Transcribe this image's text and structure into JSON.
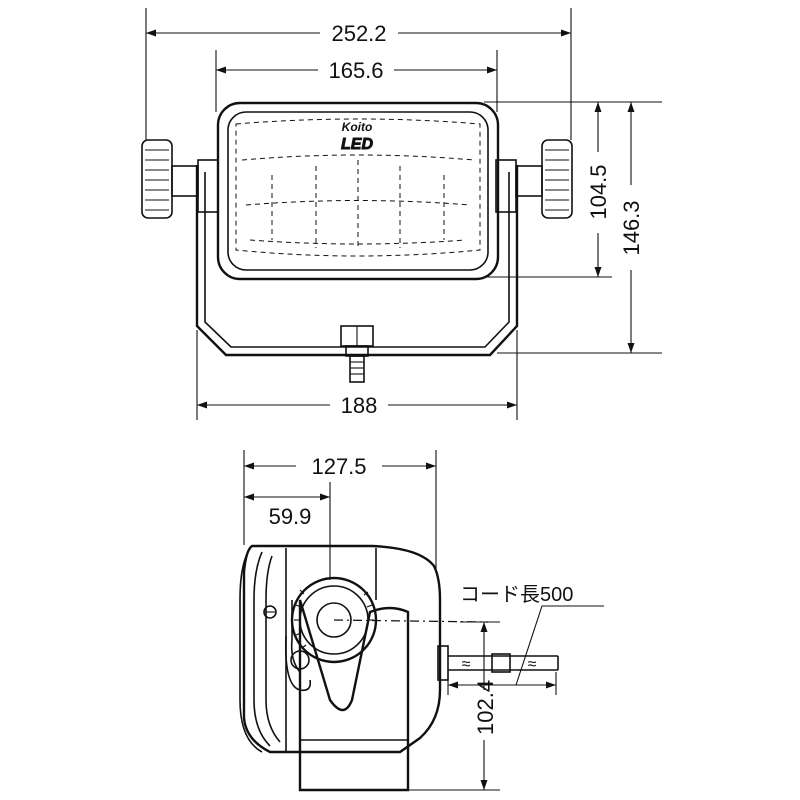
{
  "front_view": {
    "dim_overall_width": "252.2",
    "dim_lens_width": "165.6",
    "dim_bracket_width": "188",
    "dim_lens_height": "104.5",
    "dim_overall_height": "146.3",
    "logo_brand": "Koito",
    "logo_mark": "LED"
  },
  "side_view": {
    "dim_depth": "127.5",
    "dim_pivot_offset": "59.9",
    "dim_pivot_height": "102.4",
    "cord_label": "コード長500",
    "cord_break_symbol": "≈"
  }
}
